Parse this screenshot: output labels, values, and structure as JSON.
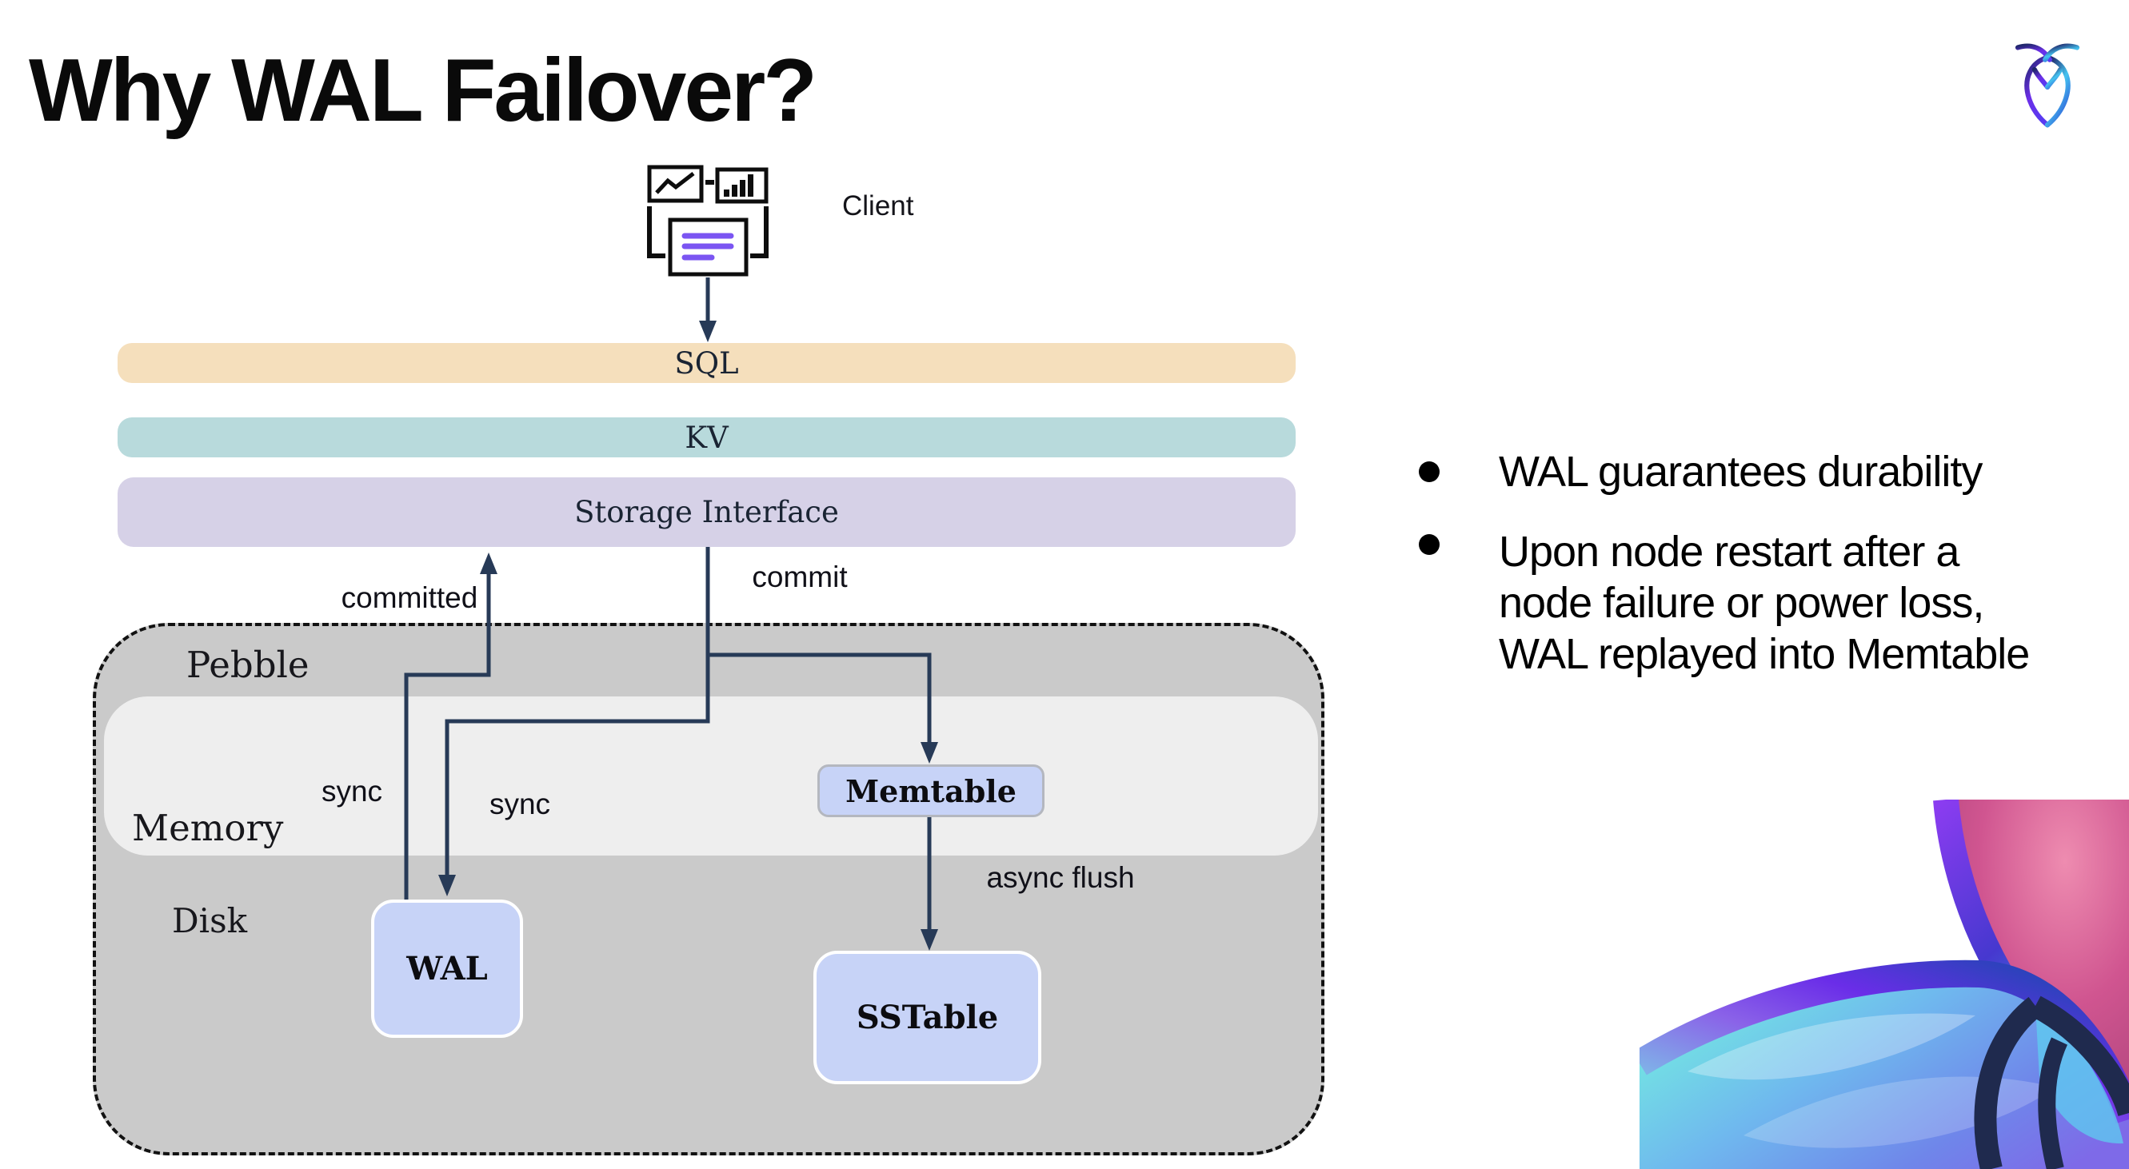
{
  "title": "Why WAL Failover?",
  "client": {
    "label": "Client"
  },
  "layers": [
    {
      "label": "SQL",
      "color": "#f5dfbc"
    },
    {
      "label": "KV",
      "color": "#b8dadc"
    },
    {
      "label": "Storage Interface",
      "color": "#d6d1e7"
    }
  ],
  "pebble": {
    "label": "Pebble",
    "memory_label": "Memory",
    "disk_label": "Disk",
    "fill": "#cacaca",
    "memory_fill": "#eeeeee"
  },
  "nodes": [
    {
      "label": "WAL",
      "fill": "#c7d3f7"
    },
    {
      "label": "Memtable",
      "fill": "#c7d3f7"
    },
    {
      "label": "SSTable",
      "fill": "#c7d3f7"
    }
  ],
  "edge_labels": {
    "committed": "committed",
    "commit": "commit",
    "sync_left": "sync",
    "sync_right": "sync",
    "async_flush": "async flush"
  },
  "bullets": [
    {
      "lines": [
        "WAL guarantees durability"
      ]
    },
    {
      "lines": [
        "Upon node restart after a",
        "node failure or power loss,",
        "WAL replayed into Memtable"
      ]
    }
  ],
  "colors": {
    "arrow": "#273a57",
    "doc_lines_purple": "#7b55f2",
    "logo_navy": "#20276b",
    "logo_violet": "#6c2ee8",
    "logo_cyan": "#45c4f0",
    "flourish_pink": "#d05590"
  }
}
